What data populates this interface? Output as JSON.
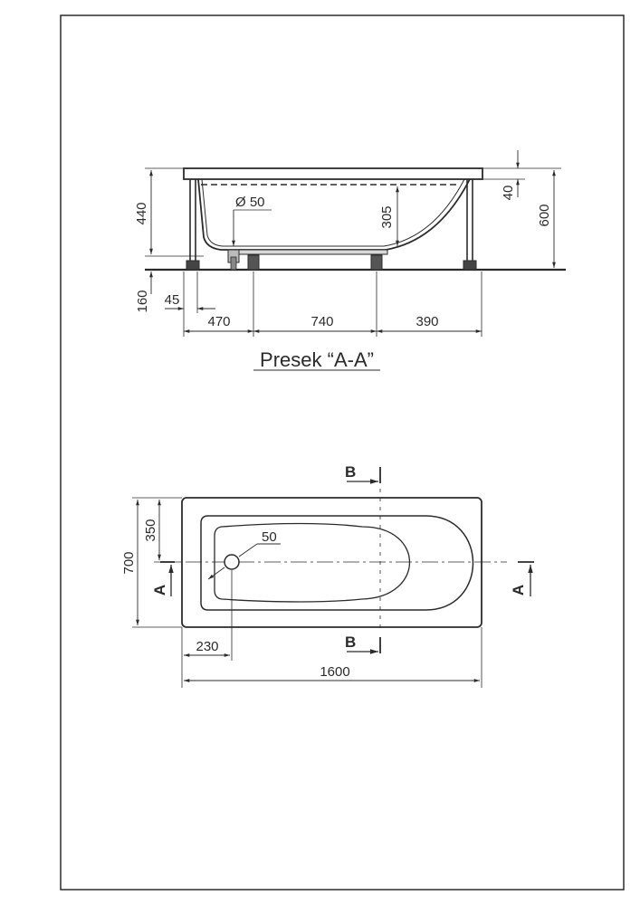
{
  "section_view": {
    "caption": "Presek “A-A”",
    "dims": {
      "rim_height": "440",
      "total_height": "600",
      "rim_thickness": "40",
      "depth": "305",
      "drain_diameter": "Ø 50",
      "leg_height": "160",
      "leg_offset": "45",
      "seg_left": "470",
      "seg_middle": "740",
      "seg_right": "390"
    }
  },
  "plan_view": {
    "dims": {
      "width": "700",
      "half_width": "350",
      "drain": "50",
      "drain_offset": "230",
      "length": "1600"
    },
    "markers": {
      "section_a": "A",
      "section_b": "B"
    }
  }
}
